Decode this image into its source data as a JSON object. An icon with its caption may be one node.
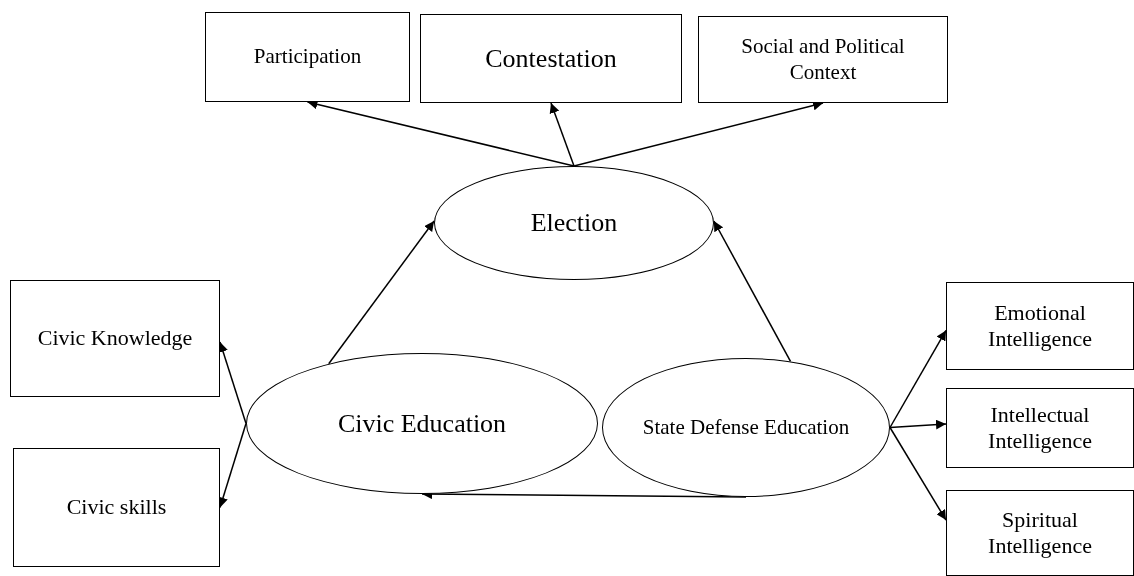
{
  "diagram": {
    "nodes": [
      {
        "text": [
          "Participation"
        ]
      },
      {
        "text": [
          "Contestation"
        ]
      },
      {
        "text": [
          "Social and Political Context"
        ]
      },
      {
        "text": [
          "Election"
        ]
      },
      {
        "text": [
          "Civic Knowledge"
        ]
      },
      {
        "text": [
          "Civic Education"
        ]
      },
      {
        "text": [
          "State Defense Education"
        ]
      },
      {
        "text": [
          "Emotional Intelligence"
        ]
      },
      {
        "text": [
          "Intellectual Intelligence"
        ]
      },
      {
        "text": [
          "Civic skills"
        ]
      },
      {
        "text": [
          "Spiritual Intelligence"
        ]
      }
    ],
    "edges": [
      {
        "from": 3,
        "to": 0,
        "arrow": "to"
      },
      {
        "from": 3,
        "to": 1,
        "arrow": "to"
      },
      {
        "from": 3,
        "to": 2,
        "arrow": "to"
      },
      {
        "from": 5,
        "to": 3,
        "arrow": "to"
      },
      {
        "from": 6,
        "to": 3,
        "arrow": "to"
      },
      {
        "from": 5,
        "to": 4,
        "arrow": "to"
      },
      {
        "from": 5,
        "to": 9,
        "arrow": "to"
      },
      {
        "from": 6,
        "to": 7,
        "arrow": "to"
      },
      {
        "from": 6,
        "to": 8,
        "arrow": "to"
      },
      {
        "from": 6,
        "to": 10,
        "arrow": "to"
      },
      {
        "from": 6,
        "to": 5,
        "arrow": "to"
      }
    ]
  }
}
